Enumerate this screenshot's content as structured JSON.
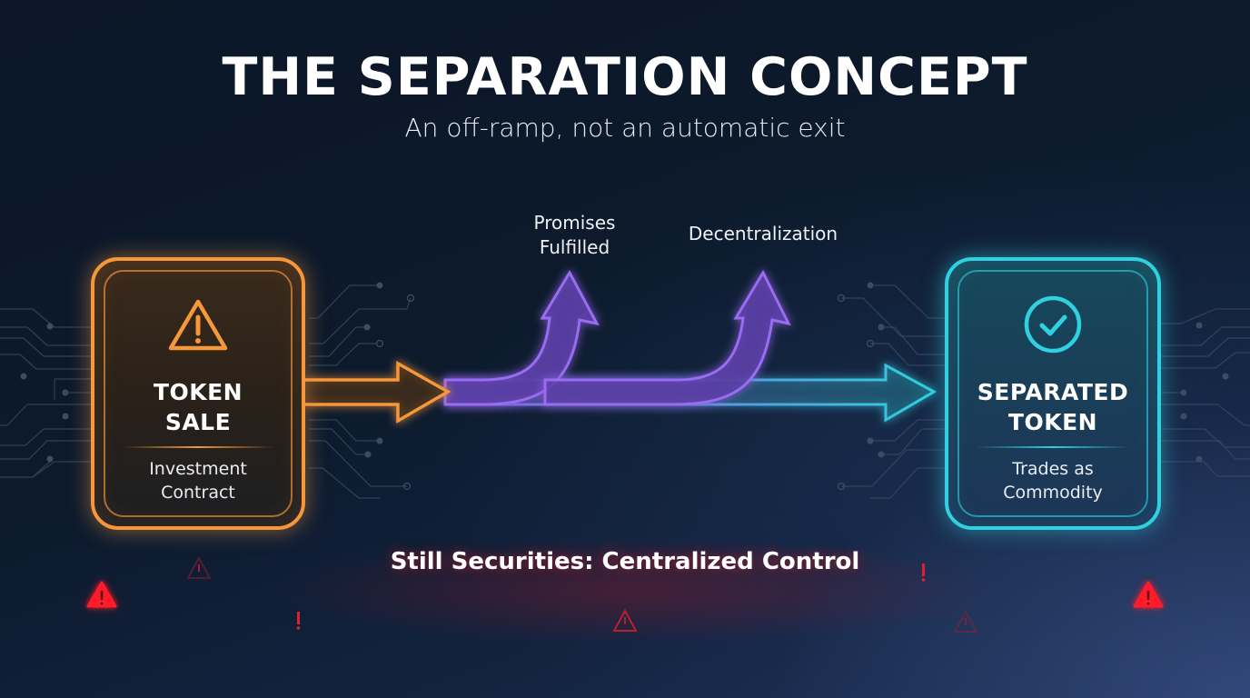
{
  "header": {
    "title": "THE SEPARATION CONCEPT",
    "subtitle": "An off-ramp, not an automatic exit"
  },
  "start_card": {
    "icon": "warning-triangle-icon",
    "heading_line1": "TOKEN",
    "heading_line2": "SALE",
    "sub_line1": "Investment",
    "sub_line2": "Contract",
    "color": "#f5973a"
  },
  "end_card": {
    "icon": "check-circle-icon",
    "heading_line1": "SEPARATED",
    "heading_line2": "TOKEN",
    "sub_line1": "Trades as",
    "sub_line2": "Commodity",
    "color": "#2fd0df"
  },
  "flow": {
    "branches": [
      {
        "label_line1": "Promises",
        "label_line2": "Fulfilled"
      },
      {
        "label_line1": "Decentralization"
      }
    ],
    "path_color": "#8e5fe8"
  },
  "warning_bar": {
    "label": "Still Securities: Centralized Control",
    "icon": "alert-triangle-icon",
    "color": "#ff1a2a"
  },
  "colors": {
    "background": "#0c1a2c",
    "orange": "#f5973a",
    "purple": "#8e5fe8",
    "cyan": "#2fd0df",
    "red": "#ff1a2a"
  }
}
